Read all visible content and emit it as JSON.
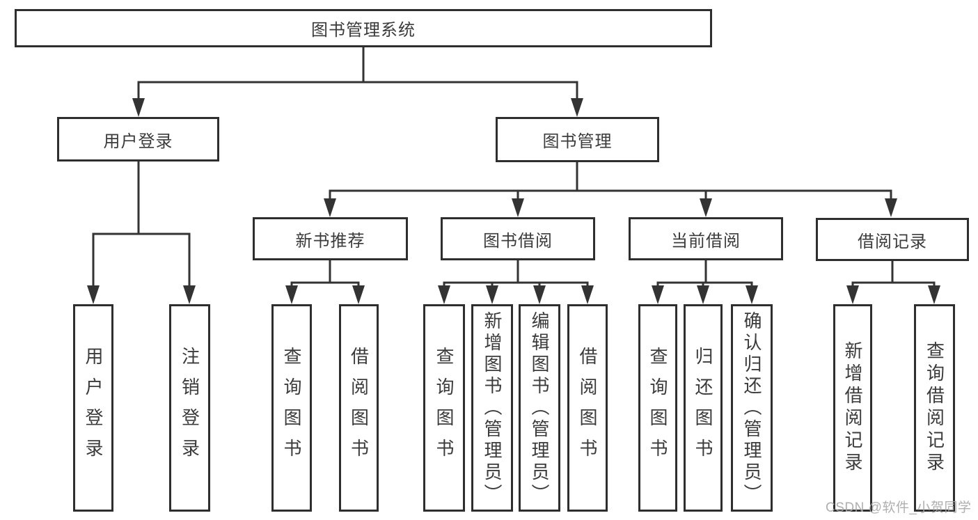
{
  "diagram": {
    "title": "图书管理系统",
    "tree": {
      "root": {
        "label": "图书管理系统"
      },
      "branches": [
        {
          "label": "用户登录",
          "children": [
            "用户登录",
            "注销登录"
          ]
        },
        {
          "label": "图书管理",
          "children": [
            {
              "label": "新书推荐",
              "children": [
                "查询图书",
                "借阅图书"
              ]
            },
            {
              "label": "图书借阅",
              "children": [
                "查询图书",
                "新增图书（管理员）",
                "编辑图书（管理员）",
                "借阅图书"
              ]
            },
            {
              "label": "当前借阅",
              "children": [
                "查询图书",
                "归还图书",
                "确认归还（管理员）"
              ]
            },
            {
              "label": "借阅记录",
              "children": [
                "新增借阅记录",
                "查询借阅记录"
              ]
            }
          ]
        }
      ]
    }
  },
  "watermark": {
    "text": "CSDN @软件_小贺同学"
  },
  "colors": {
    "line": "#333333",
    "box_border": "#2e2e2e",
    "text": "#3b3b3b",
    "watermark": "#a8a8a8",
    "background": "#ffffff"
  }
}
